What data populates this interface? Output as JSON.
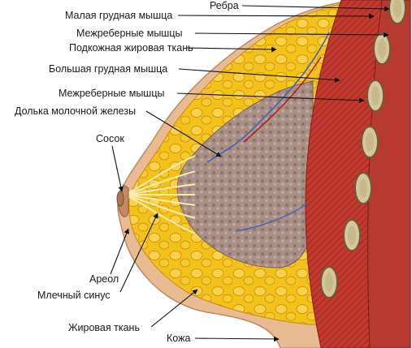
{
  "colors": {
    "skin": "#e9bb92",
    "fat": "#f3c21a",
    "fat_outline": "#c98a10",
    "lobule": "#a98f86",
    "muscle": "#c2392f",
    "rib": "#d6c6a0",
    "leader": "#111111",
    "label_text": "#1a1a1a"
  },
  "icons": [
    "arrow-head"
  ],
  "labels": {
    "ribs": "Ребра",
    "pectoralis_minor": "Малая грудная мышца",
    "intercostal_top": "Межреберные мышцы",
    "subcutaneous_fat": "Подкожная жировая ткань",
    "pectoralis_major": "Большая грудная мышца",
    "intercostal_mid": "Межреберные мышцы",
    "gland_lobule": "Долька молочной железы",
    "nipple": "Сосок",
    "areola": "Ареол",
    "milk_sinus": "Млечный синус",
    "adipose_tissue": "Жировая ткань",
    "skin": "Кожа"
  }
}
